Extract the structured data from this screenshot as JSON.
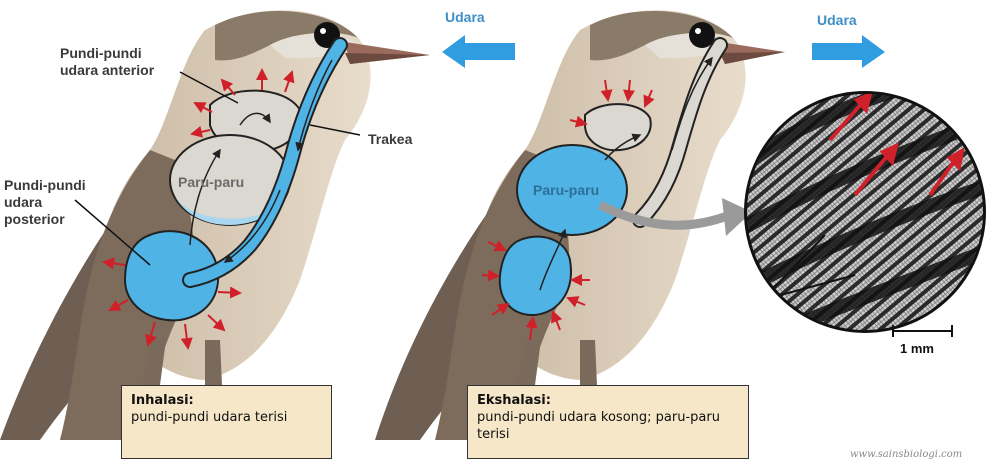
{
  "labels": {
    "air_in": "Udara",
    "air_out": "Udara",
    "anterior": "Pundi-pundi\nudara anterior",
    "trachea": "Trakea",
    "posterior": "Pundi-pundi\nudara\nposterior",
    "lungs_left": "Paru-paru",
    "lungs_right": "Paru-paru",
    "scale_bar": "1 mm",
    "watermark": "www.sainsbiologi.com"
  },
  "panels": [
    {
      "title": "Inhalasi:",
      "text": "pundi-pundi udara terisi"
    },
    {
      "title": "Ekshalasi:",
      "text": "pundi-pundi udara kosong; paru-paru terisi"
    }
  ],
  "colors": {
    "air_blue": "#4fb3e6",
    "arrow_red": "#d0202a",
    "sac_grey": "#dad8d0",
    "box_fill": "#f6e7c8",
    "bird_brown": "#8a7a68"
  }
}
